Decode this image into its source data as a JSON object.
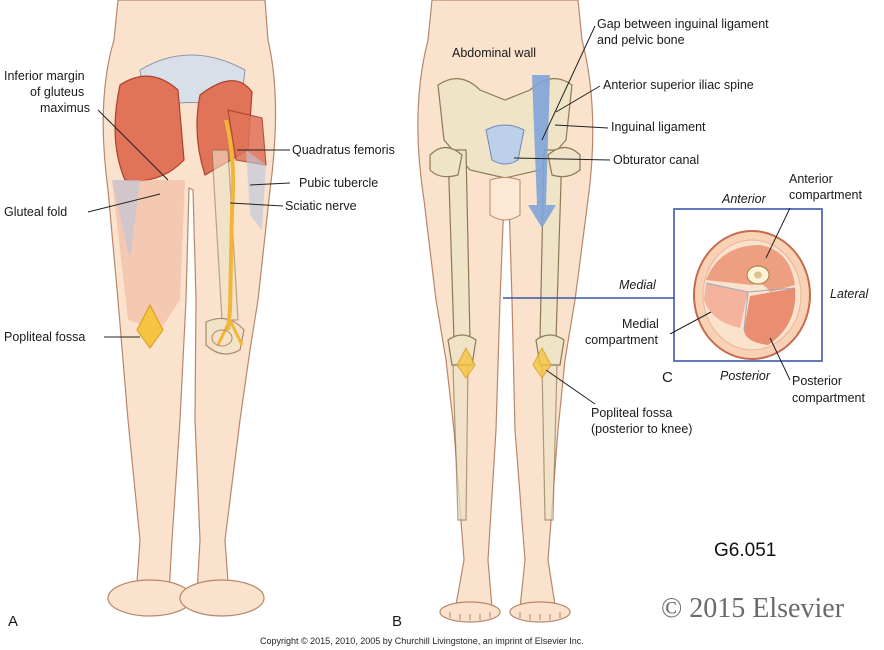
{
  "panels": {
    "a": "A",
    "b": "B",
    "c": "C"
  },
  "labels_a": {
    "inferior_margin_1": "Inferior margin",
    "inferior_margin_2": "of gluteus",
    "inferior_margin_3": "maximus",
    "gluteal_fold": "Gluteal fold",
    "popliteal_fossa": "Popliteal fossa",
    "quadratus_femoris": "Quadratus femoris",
    "pubic_tubercle": "Pubic tubercle",
    "sciatic_nerve": "Sciatic nerve"
  },
  "labels_b": {
    "abdominal_wall": "Abdominal wall",
    "gap_1": "Gap between inguinal ligament",
    "gap_2": "and pelvic bone",
    "asis": "Anterior superior iliac spine",
    "inguinal_ligament": "Inguinal ligament",
    "obturator_canal": "Obturator canal",
    "popliteal_1": "Popliteal fossa",
    "popliteal_2": "(posterior to knee)"
  },
  "labels_c": {
    "anterior": "Anterior",
    "anterior_compartment_1": "Anterior",
    "anterior_compartment_2": "compartment",
    "medial": "Medial",
    "lateral": "Lateral",
    "medial_compartment_1": "Medial",
    "medial_compartment_2": "compartment",
    "posterior": "Posterior",
    "posterior_compartment_1": "Posterior",
    "posterior_compartment_2": "compartment"
  },
  "figure_code": "G6.051",
  "copyright_mark": "© 2015 Elsevier",
  "copyright_line": "Copyright © 2015, 2010, 2005 by Churchill Livingstone, an imprint of Elsevier Inc.",
  "colors": {
    "skin": "#fbe2cc",
    "muscle": "#e07358",
    "bone": "#efe3c8",
    "nerve": "#f2b53a",
    "arrow": "#7ea4d8",
    "box": "#3a56a8"
  }
}
